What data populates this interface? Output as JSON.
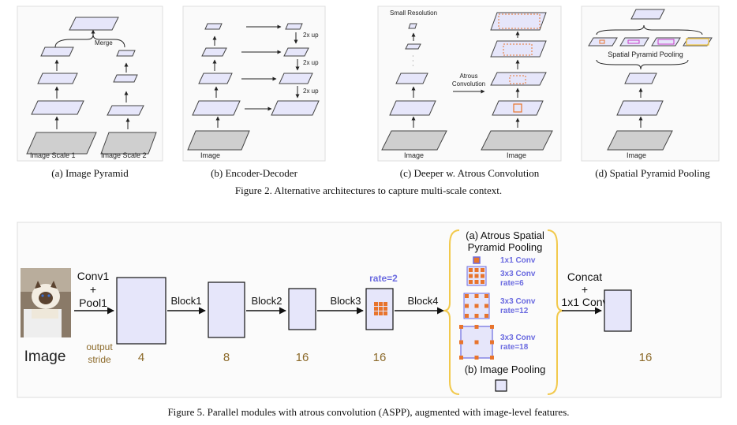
{
  "figure2": {
    "panel_a": {
      "merge": "Merge",
      "scale1": "Image Scale 1",
      "scale2": "Image Scale 2",
      "caption": "(a) Image Pyramid"
    },
    "panel_b": {
      "up1": "2x up",
      "up2": "2x up",
      "up3": "2x up",
      "image": "Image",
      "caption": "(b) Encoder-Decoder"
    },
    "panel_c": {
      "small_res": "Small Resolution",
      "atrous_line1": "Atrous",
      "atrous_line2": "Convolution",
      "image_left": "Image",
      "image_right": "Image",
      "caption": "(c) Deeper w. Atrous Convolution"
    },
    "panel_d": {
      "spp": "Spatial Pyramid Pooling",
      "image": "Image",
      "caption": "(d) Spatial Pyramid Pooling"
    },
    "caption": "Figure 2. Alternative architectures to capture multi-scale context."
  },
  "figure5": {
    "image_label": "Image",
    "conv1_line1": "Conv1",
    "conv1_line2": "+",
    "conv1_line3": "Pool1",
    "output_label_line1": "output",
    "output_label_line2": "stride",
    "block1": "Block1",
    "block2": "Block2",
    "block3": "Block3",
    "block4": "Block4",
    "rate": "rate=2",
    "stride_values": [
      "4",
      "8",
      "16",
      "16",
      "16"
    ],
    "aspp_title_line1": "(a) Atrous Spatial",
    "aspp_title_line2": "Pyramid Pooling",
    "aspp_branches": [
      {
        "line1": "1x1 Conv",
        "line2": ""
      },
      {
        "line1": "3x3 Conv",
        "line2": "rate=6"
      },
      {
        "line1": "3x3 Conv",
        "line2": "rate=12"
      },
      {
        "line1": "3x3 Conv",
        "line2": "rate=18"
      }
    ],
    "image_pooling": "(b) Image Pooling",
    "concat_line1": "Concat",
    "concat_line2": "+",
    "concat_line3": "1x1 Conv",
    "caption": "Figure 5. Parallel modules with atrous convolution (ASPP), augmented with image-level features."
  },
  "colors": {
    "feature_fill": "#e6e6fa",
    "image_fill": "#cfcfcf",
    "stride_text": "#8c6a2a",
    "accent_blue": "#6b6be0",
    "brace_yellow": "#f2c94c",
    "kernel_orange": "#e8742c"
  }
}
